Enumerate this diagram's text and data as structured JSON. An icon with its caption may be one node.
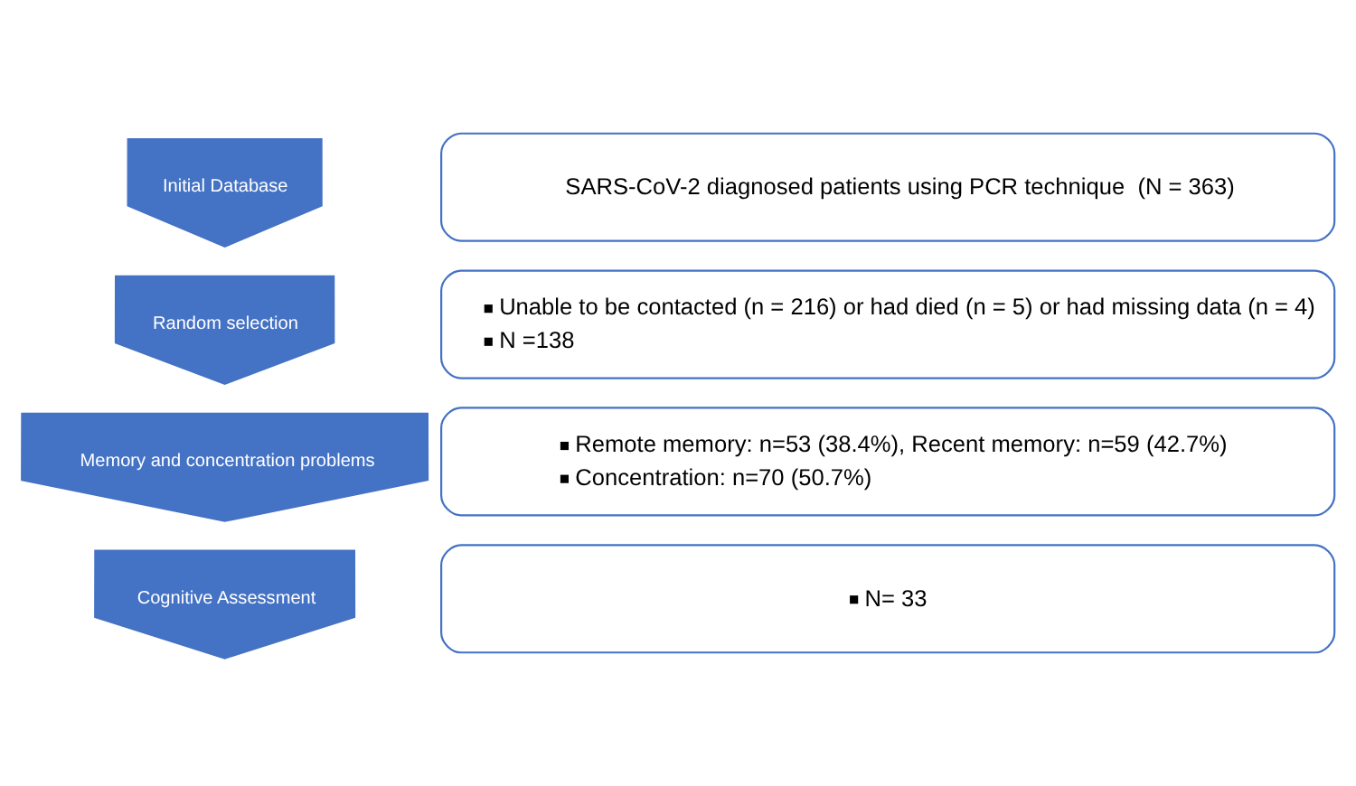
{
  "diagram": {
    "nodes": [
      {
        "text": [
          "Initial Database"
        ]
      },
      {
        "text": [
          "SARS-CoV-2 diagnosed patients using PCR technique  (N = 363)"
        ]
      },
      {
        "text": [
          "Random selection"
        ]
      },
      {
        "text": [
          "Unable to be contacted (n = 216) or had died (n = 5) or had missing data (n = 4)",
          "N =138"
        ]
      },
      {
        "text": [
          "Memory and concentration problems"
        ]
      },
      {
        "text": [
          "Remote memory: n=53 (38.4%), Recent memory: n=59 (42.7%)",
          "Concentration: n=70 (50.7%)"
        ]
      },
      {
        "text": [
          "Cognitive Assessment"
        ]
      },
      {
        "text": [
          "N= 33"
        ]
      }
    ]
  }
}
